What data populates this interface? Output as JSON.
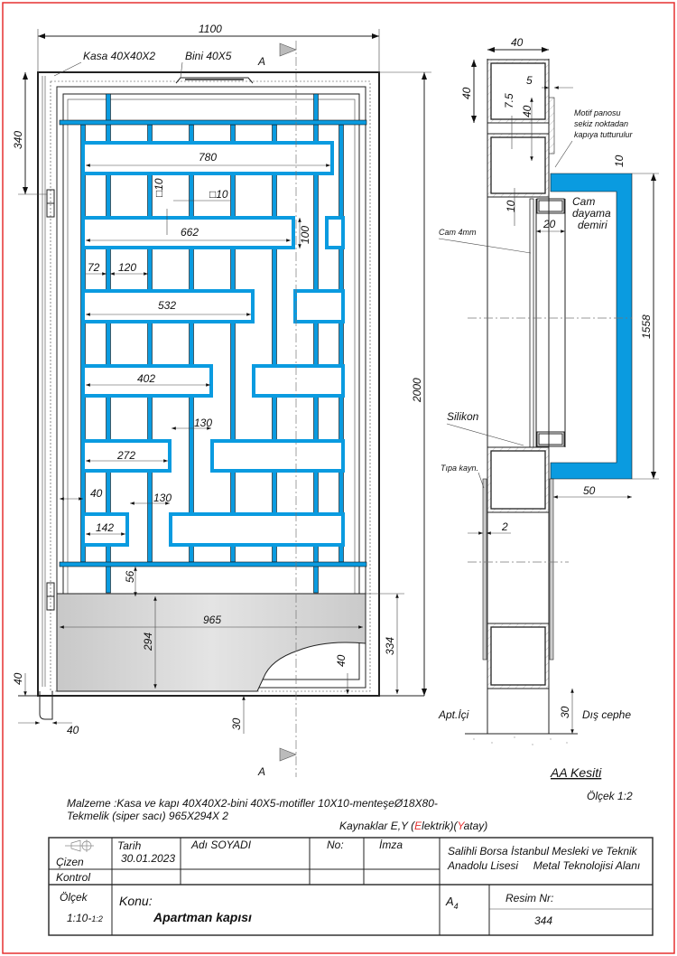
{
  "colors": {
    "accent_blue": "#0a9be0",
    "border_red": "#e53030",
    "plate_gray": "#cfcfcf"
  },
  "elevation": {
    "labels": {
      "kasa": "Kasa 40X40X2",
      "bini": "Bini 40X5",
      "section_top": "A",
      "section_bottom": "A"
    },
    "dims": {
      "width_total": "1100",
      "height_total": "2000",
      "top_offset": "340",
      "m780": "780",
      "m662": "662",
      "m532": "532",
      "m402": "402",
      "m272": "272",
      "m142": "142",
      "sq1": "□10",
      "sq2": "□10",
      "d100": "100",
      "d72": "72",
      "d120": "120",
      "d130a": "130",
      "d130b": "130",
      "d40a": "40",
      "d56": "56",
      "d965": "965",
      "d294": "294",
      "d334": "334",
      "d40b": "40",
      "d40c": "40",
      "d40d": "40",
      "d30": "30"
    }
  },
  "section": {
    "title": "AA Kesiti",
    "scale": "Ölçek 1:2",
    "notes": {
      "motif1": "Motif panosu",
      "motif2": "sekiz noktadan",
      "motif3": "kapıya tutturulur",
      "cam": "Cam 4mm",
      "dayama1": "Cam",
      "dayama2": "dayama",
      "dayama3": "demiri",
      "silikon": "Silikon",
      "tipa": "Tıpa kayn.",
      "inside": "Apt.İçi",
      "outside": "Dış cephe"
    },
    "dims": {
      "w40": "40",
      "h40": "40",
      "d5": "5",
      "d7_5": "7.5",
      "d40": "40",
      "d10a": "10",
      "d10b": "10",
      "d20": "20",
      "d1558": "1558",
      "d50": "50",
      "d2": "2",
      "d30": "30"
    }
  },
  "notes": {
    "material_1": "Malzeme :Kasa ve kapı 40X40X2-bini 40X5-motifler 10X10-menteşeØ18X80-",
    "material_2": "Tekmelik (siper sacı) 965X294X 2",
    "weld_prefix": "Kaynaklar E,Y (",
    "weld_e": "E",
    "weld_mid": "lektrik)(",
    "weld_y": "Y",
    "weld_suffix": "atay)"
  },
  "title_block": {
    "tarih_label": "Tarih",
    "adi_label": "Adı SOYADI",
    "no_label": "No:",
    "imza_label": "İmza",
    "cizen_label": "Çizen",
    "date": "30.01.2023",
    "kontrol_label": "Kontrol",
    "school_1": "Salihli Borsa İstanbul Mesleki ve Teknik",
    "school_2": "Anadolu Lisesi     Metal Teknolojisi Alanı",
    "olcek_label": "Ölçek",
    "olcek_value": "1:10-",
    "olcek_value_small": "1:2",
    "konu_label": "Konu:",
    "konu_value": "Apartman kapısı",
    "paper": "A",
    "paper_sub": "4",
    "resim_label": "Resim Nr:",
    "resim_value": "344"
  }
}
